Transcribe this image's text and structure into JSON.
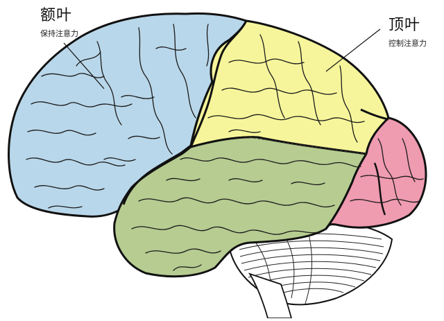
{
  "labels": {
    "frontal": {
      "title": "额叶",
      "subtitle": "保持注意力"
    },
    "parietal": {
      "title": "顶叶",
      "subtitle": "控制注意力"
    }
  },
  "colors": {
    "frontal": "#b9d7ea",
    "parietal": "#f6f59b",
    "temporal": "#b6cc91",
    "occipital": "#ef9bb0",
    "cerebellum": "#ffffff",
    "outline": "#111111"
  },
  "regions": [
    "frontal-lobe",
    "parietal-lobe",
    "temporal-lobe",
    "occipital-lobe",
    "cerebellum",
    "brain-stem"
  ]
}
